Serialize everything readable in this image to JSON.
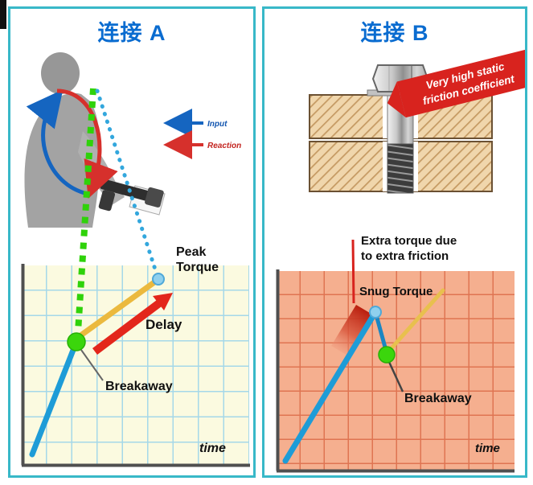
{
  "page": {
    "background": "#ffffff"
  },
  "panel_a": {
    "title": "连接 A",
    "legend": {
      "input": "Input",
      "reaction": "Reaction"
    },
    "graph": {
      "peak_line1": "Peak",
      "peak_line2": "Torque",
      "delay": "Delay",
      "breakaway": "Breakaway",
      "time": "time"
    }
  },
  "panel_b": {
    "title": "连接 B",
    "ribbon": {
      "line1": "Very high static",
      "line2": "friction coefficient"
    },
    "graph": {
      "extra_line1": "Extra torque due",
      "extra_line2": "to extra friction",
      "snug": "Snug Torque",
      "breakaway": "Breakaway",
      "time": "time"
    }
  },
  "colors": {
    "panel_border": "#38b8c8",
    "title_blue": "#0a6cd0",
    "curve_blue": "#1e9cd7",
    "curve_yellow": "#ebb93e",
    "breakaway_green": "#3bd60c",
    "peak_dot_blue": "#8fd0ee",
    "delay_arrow_red": "#e3261b",
    "ribbon_red": "#d8231e",
    "graph_a_bg": "#fbfae0",
    "graph_a_grid": "#a5d8e9",
    "graph_b_bg": "#f5af8f",
    "graph_b_grid": "#df7452",
    "input_arrow_blue": "#1565c0",
    "reaction_arrow_red": "#d6302c"
  }
}
